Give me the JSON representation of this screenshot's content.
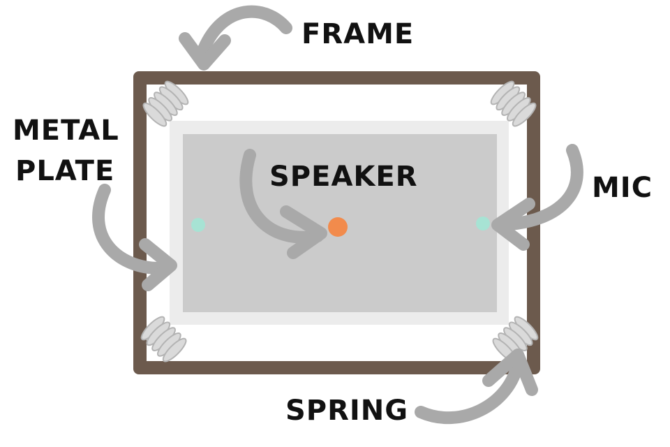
{
  "labels": {
    "frame": "FRAME",
    "metal_plate_line1": "METAL",
    "metal_plate_line2": "PLATE",
    "speaker": "SPEAKER",
    "mic": "MIC",
    "spring": "SPRING"
  },
  "colors": {
    "frame": "#6c5a4d",
    "inner_panel": "#ffffff",
    "plate_border": "#ececec",
    "plate": "#cbcbcb",
    "spring": "#dadada",
    "spring_stroke": "#b3b3b3",
    "arrow": "#a9a9a9",
    "speaker_dot": "#f28b4c",
    "mic_dot": "#a7e3d4",
    "text": "#111111"
  },
  "icons": [
    "curved-arrow-icon",
    "spring-icon",
    "speaker-dot-icon",
    "mic-dot-icon"
  ]
}
